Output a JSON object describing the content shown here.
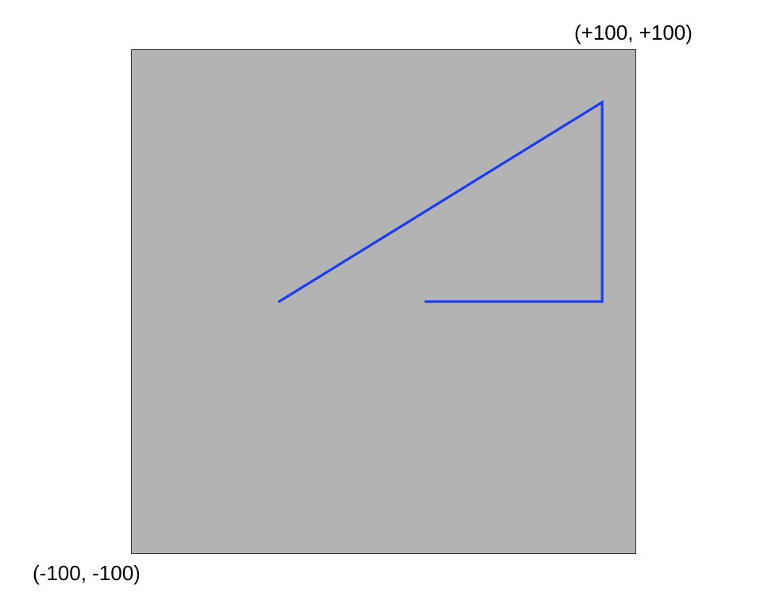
{
  "colors": {
    "canvas_background": "#b3b3b3",
    "path_stroke": "#1a3cf0"
  },
  "labels": {
    "top_right": "(+100, +100)",
    "bottom_left": "(-100, -100)"
  },
  "coordinate_range": {
    "min": -100,
    "max": 100
  },
  "path": {
    "description_points": [
      [
        -41.5,
        0
      ],
      [
        86.8,
        79.2
      ],
      [
        86.8,
        0
      ],
      [
        16.7,
        0
      ]
    ]
  }
}
